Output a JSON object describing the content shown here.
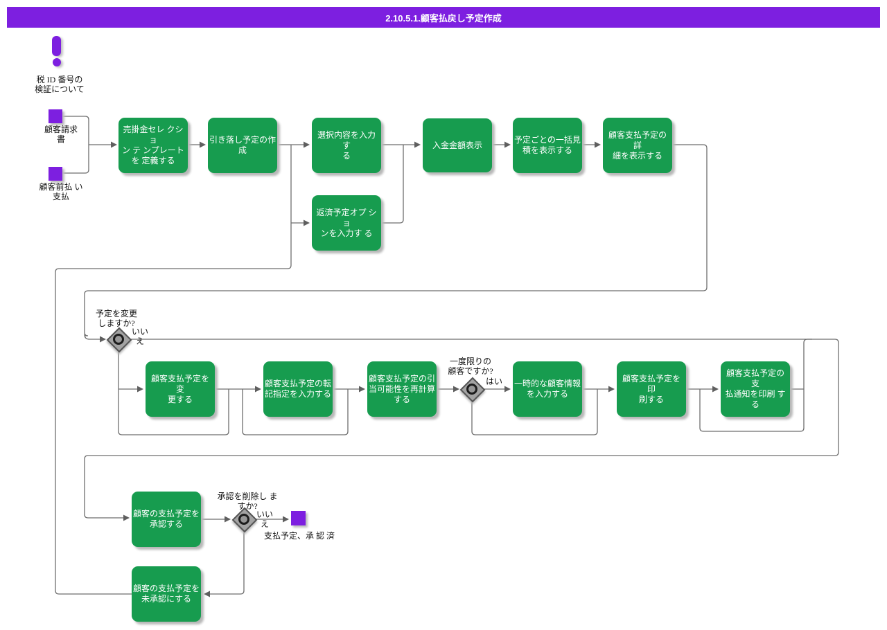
{
  "title": "2.10.5.1.顧客払戻し予定作成",
  "annotation": {
    "label": "税 ID 番号の\n検証について"
  },
  "events": {
    "customer_invoice": "顧客請求\n書",
    "customer_prepayment": "顧客前払 い\n支払",
    "schedule_approved": "支払予定、承 認 済"
  },
  "tasks": {
    "define_selection_template": "売掛金セレ クショ\nン テ ンプレート\nを 定義する",
    "create_debit_schedule": "引き落し予定の作\n成",
    "enter_selections": "選択内容を入力 す\nる",
    "enter_repayment_options": "返済予定オプ ショ\nンを入力す る",
    "display_deposit_amount": "入金金額表示",
    "display_batch_estimate": "予定ごとの一括見\n積を表示する",
    "display_schedule_details": "顧客支払予定の 詳\n細を表示する",
    "change_schedule": "顧客支払予定を 変\n更する",
    "enter_posting_spec": "顧客支払予定の転\n記指定を入力する",
    "recalculate_availability": "顧客支払予定の引\n当可能性を再計算\nする",
    "enter_temp_customer_info": "一時的な顧客情報\nを入力する",
    "print_schedule": "顧客支払予定を 印\n刷する",
    "print_payment_notice": "顧客支払予定の 支\n払通知を印刷 する",
    "approve_schedule": "顧客の支払予定を\n承認する",
    "unapprove_schedule": "顧客の支払予定を\n未承認にする"
  },
  "gateways": {
    "change_schedule_q": {
      "question": "予定を変更\nしますか?",
      "branch_label": "いい\nえ"
    },
    "one_time_customer_q": {
      "question": "一度限りの\n顧客ですか?",
      "branch_label": "はい"
    },
    "remove_approval_q": {
      "question": "承認を削除し ま\nすか?",
      "branch_label": "いい\nえ"
    }
  },
  "colors": {
    "accent_purple": "#7D1FE0",
    "task_green": "#179C4F",
    "line_gray": "#6E6E6E"
  }
}
